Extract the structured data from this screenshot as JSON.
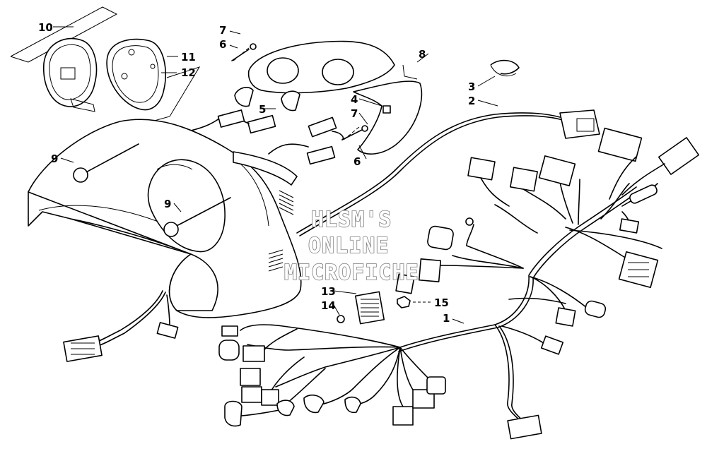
{
  "watermark": {
    "line1": "HLSM'S",
    "line2": "ONLINE",
    "line3": "MICROFICHE"
  },
  "callouts": [
    {
      "id": "c1",
      "label": "1"
    },
    {
      "id": "c2",
      "label": "2"
    },
    {
      "id": "c3",
      "label": "3"
    },
    {
      "id": "c4",
      "label": "4"
    },
    {
      "id": "c5",
      "label": "5"
    },
    {
      "id": "c6a",
      "label": "6"
    },
    {
      "id": "c6b",
      "label": "6"
    },
    {
      "id": "c7a",
      "label": "7"
    },
    {
      "id": "c7b",
      "label": "7"
    },
    {
      "id": "c8",
      "label": "8"
    },
    {
      "id": "c9a",
      "label": "9"
    },
    {
      "id": "c9b",
      "label": "9"
    },
    {
      "id": "c10",
      "label": "10"
    },
    {
      "id": "c11",
      "label": "11"
    },
    {
      "id": "c12",
      "label": "12"
    },
    {
      "id": "c13",
      "label": "13"
    },
    {
      "id": "c14",
      "label": "14"
    },
    {
      "id": "c15",
      "label": "15"
    }
  ]
}
